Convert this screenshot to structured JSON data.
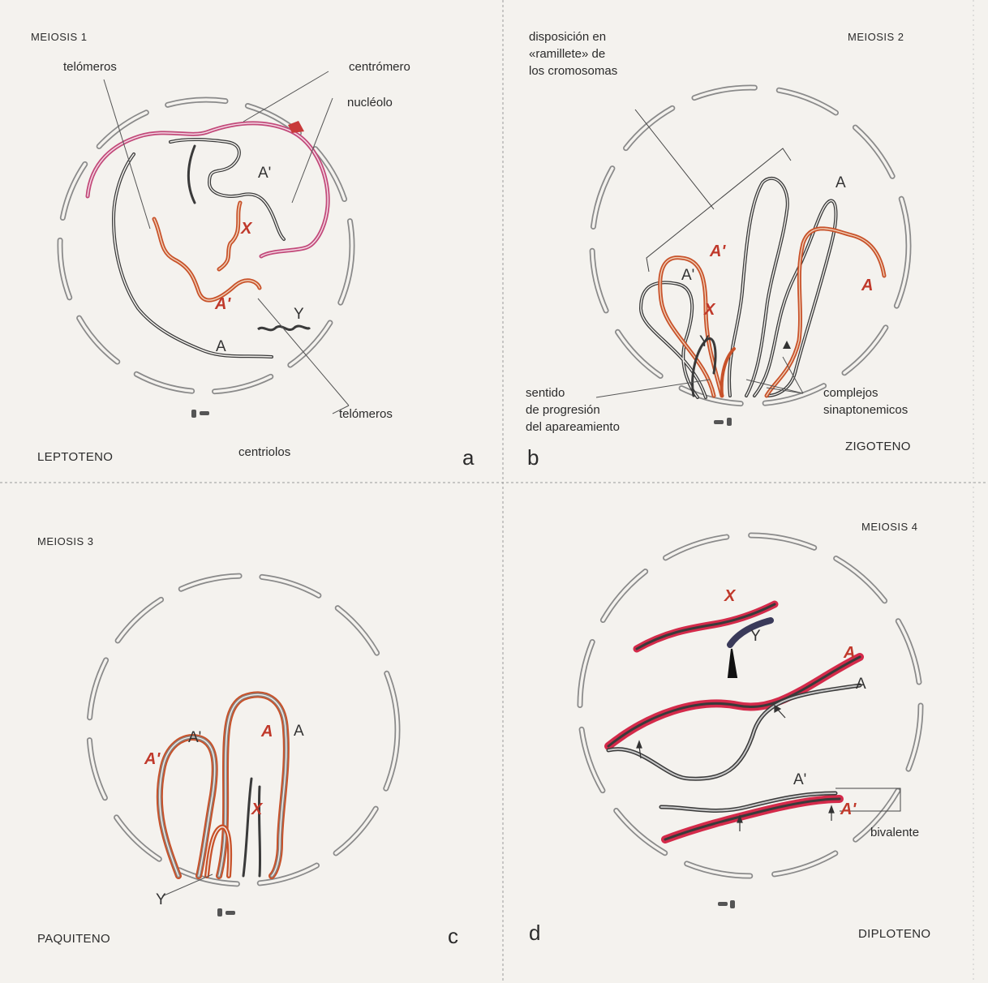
{
  "panels": [
    {
      "id": "a",
      "title": "MEIOSIS 1",
      "stage": "LEPTOTENO",
      "letter": "a",
      "labels": {
        "telomeres_top": "telómeros",
        "centromere": "centrómero",
        "nucleolus": "nucléolo",
        "telomeres_bottom": "telómeros",
        "centrioles": "centriolos"
      },
      "chromosomes": {
        "A_prime_black": "A'",
        "X_red": "X",
        "A_prime_red": "A'",
        "Y": "Y",
        "A": "A"
      }
    },
    {
      "id": "b",
      "title": "MEIOSIS 2",
      "stage": "ZIGOTENO",
      "letter": "b",
      "labels": {
        "bouquet_line1": "disposición en",
        "bouquet_line2": "«ramillete» de",
        "bouquet_line3": "los cromosomas",
        "progression_line1": "sentido",
        "progression_line2": "de progresión",
        "progression_line3": "del apareamiento",
        "synaptonemal_line1": "complejos",
        "synaptonemal_line2": "sinaptonemicos"
      },
      "chromosomes": {
        "A": "A",
        "A_prime_red": "A'",
        "A_prime": "A'",
        "X_red": "X",
        "Y": "Y",
        "A_red": "A"
      }
    },
    {
      "id": "c",
      "title": "MEIOSIS 3",
      "stage": "PAQUITENO",
      "letter": "c",
      "chromosomes": {
        "A_prime_red": "A'",
        "A_prime": "A'",
        "A_red": "A",
        "A": "A",
        "X_red": "X",
        "Y": "Y"
      }
    },
    {
      "id": "d",
      "title": "MEIOSIS 4",
      "stage": "DIPLOTENO",
      "letter": "d",
      "labels": {
        "bivalent": "bivalente"
      },
      "chromosomes": {
        "X_red": "X",
        "Y": "Y",
        "A_red": "A",
        "A": "A",
        "A_prime": "A'",
        "A_prime_red": "A'"
      }
    }
  ],
  "colors": {
    "background": "#f4f2ee",
    "membrane": "#8a8a8a",
    "chromatid_red": "#c8522a",
    "chromatid_magenta": "#c24a7a",
    "chromatid_black": "#3a3a3a",
    "diplotene_red": "#d42a4a"
  }
}
